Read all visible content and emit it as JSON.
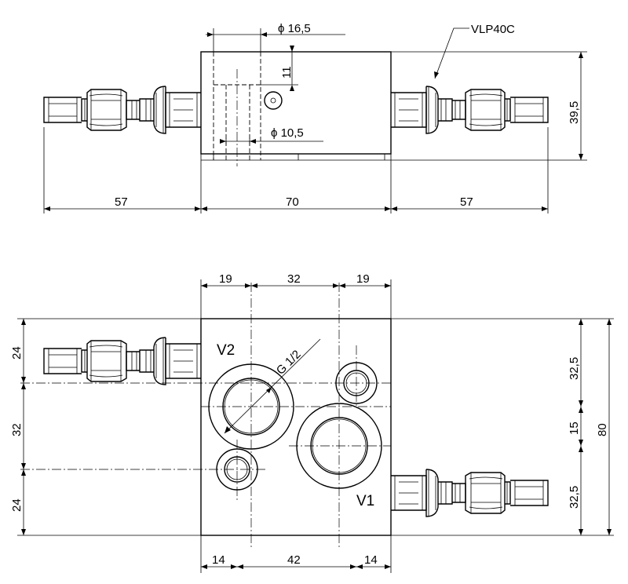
{
  "top_view": {
    "dim_diameter_a": "ϕ 16,5",
    "dim_diameter_b": "ϕ 10,5",
    "dim_height_small": "11",
    "dim_height": "39,5",
    "model_label": "VLP40C",
    "dim_left": "57",
    "dim_center": "70",
    "dim_right": "57"
  },
  "front_view": {
    "dim_top_left": "19",
    "dim_top_center": "32",
    "dim_top_right": "19",
    "dim_left_top": "24",
    "dim_left_mid": "32",
    "dim_left_bottom": "24",
    "dim_right_top": "32,5",
    "dim_right_mid": "15",
    "dim_right_bottom": "32,5",
    "dim_total_height": "80",
    "dim_bottom_left": "14",
    "dim_bottom_center": "42",
    "dim_bottom_right": "14",
    "thread_label": "G 1/2",
    "port_v2": "V2",
    "port_v1": "V1"
  }
}
